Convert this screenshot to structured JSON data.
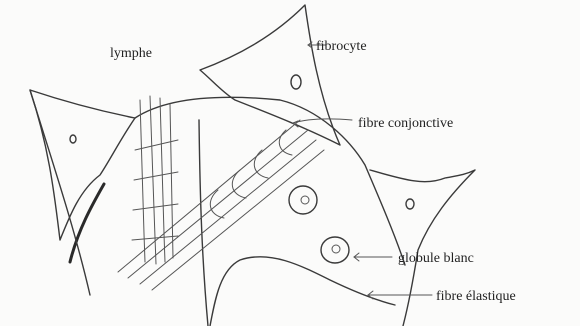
{
  "labels": {
    "lymphe": "lymphe",
    "fibrocyte": "fibrocyte",
    "fibre_conjonctive": "fibre conjonctive",
    "globule_blanc": "globule blanc",
    "fibre_elastique": "fibre élastique"
  }
}
